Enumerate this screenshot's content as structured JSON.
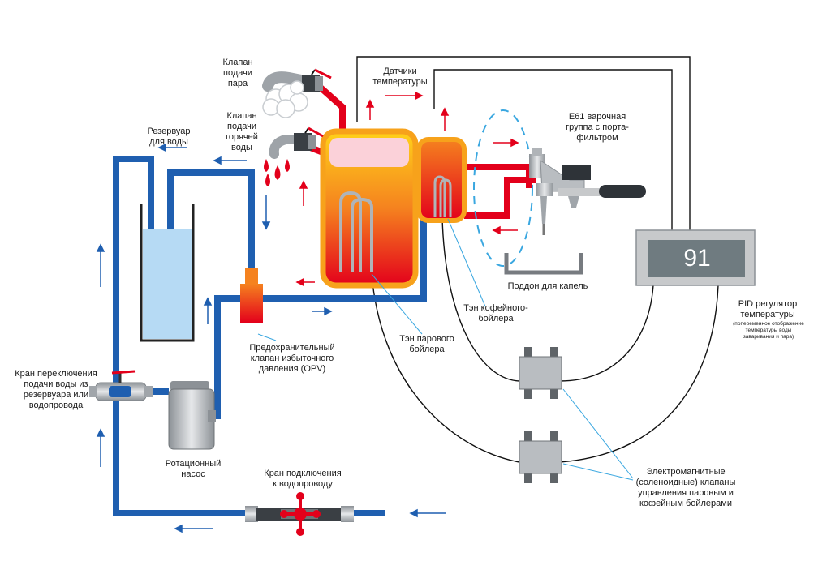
{
  "labels": {
    "steam_valve": "Клапан\nподачи\nпара",
    "hot_water_valve": "Клапан\nподачи\nгорячей\nводы",
    "reservoir": "Резервуар\nдля воды",
    "temp_sensors": "Датчики\nтемпературы",
    "group_head": "E61 варочная\nгруппа с порта-\nфильтром",
    "drip_tray": "Поддон для капель",
    "coffee_heater": "Тэн кофейного-\nбойлера",
    "steam_heater": "Тэн парового\nбойлера",
    "opv": "Предохранительный\nклапан избыточного\nдавления (OPV)",
    "switch_valve": "Кран переключения\nподачи воды из\nрезервуара или\nводопровода",
    "pump": "Ротационный\nнасос",
    "mains_valve": "Кран подключения\nк водопроводу",
    "solenoids": "Электромагнитные\n(соленоидные) клапаны\nуправления паровым и\nкофейным бойлерами",
    "pid": "PID регулятор\nтемпературы",
    "pid_note": "(попеременное отображение\nтемпературы воды\nзаваривания и пара)"
  },
  "pid_display": "91",
  "colors": {
    "water_pipe": "#1f5fb0",
    "hot_pipe": "#e3001b",
    "boiler_outline": "#f7a21b",
    "reservoir_water": "#b6daf4",
    "display_bg": "#6f7b80",
    "display_frame": "#c7c9cb",
    "wire": "#111111",
    "arrow_blue": "#1f5fb0",
    "arrow_red": "#e3001b"
  },
  "icons": [
    "steam-cloud-icon",
    "water-drops-icon",
    "valve-handle-icon",
    "heating-element-icon"
  ]
}
